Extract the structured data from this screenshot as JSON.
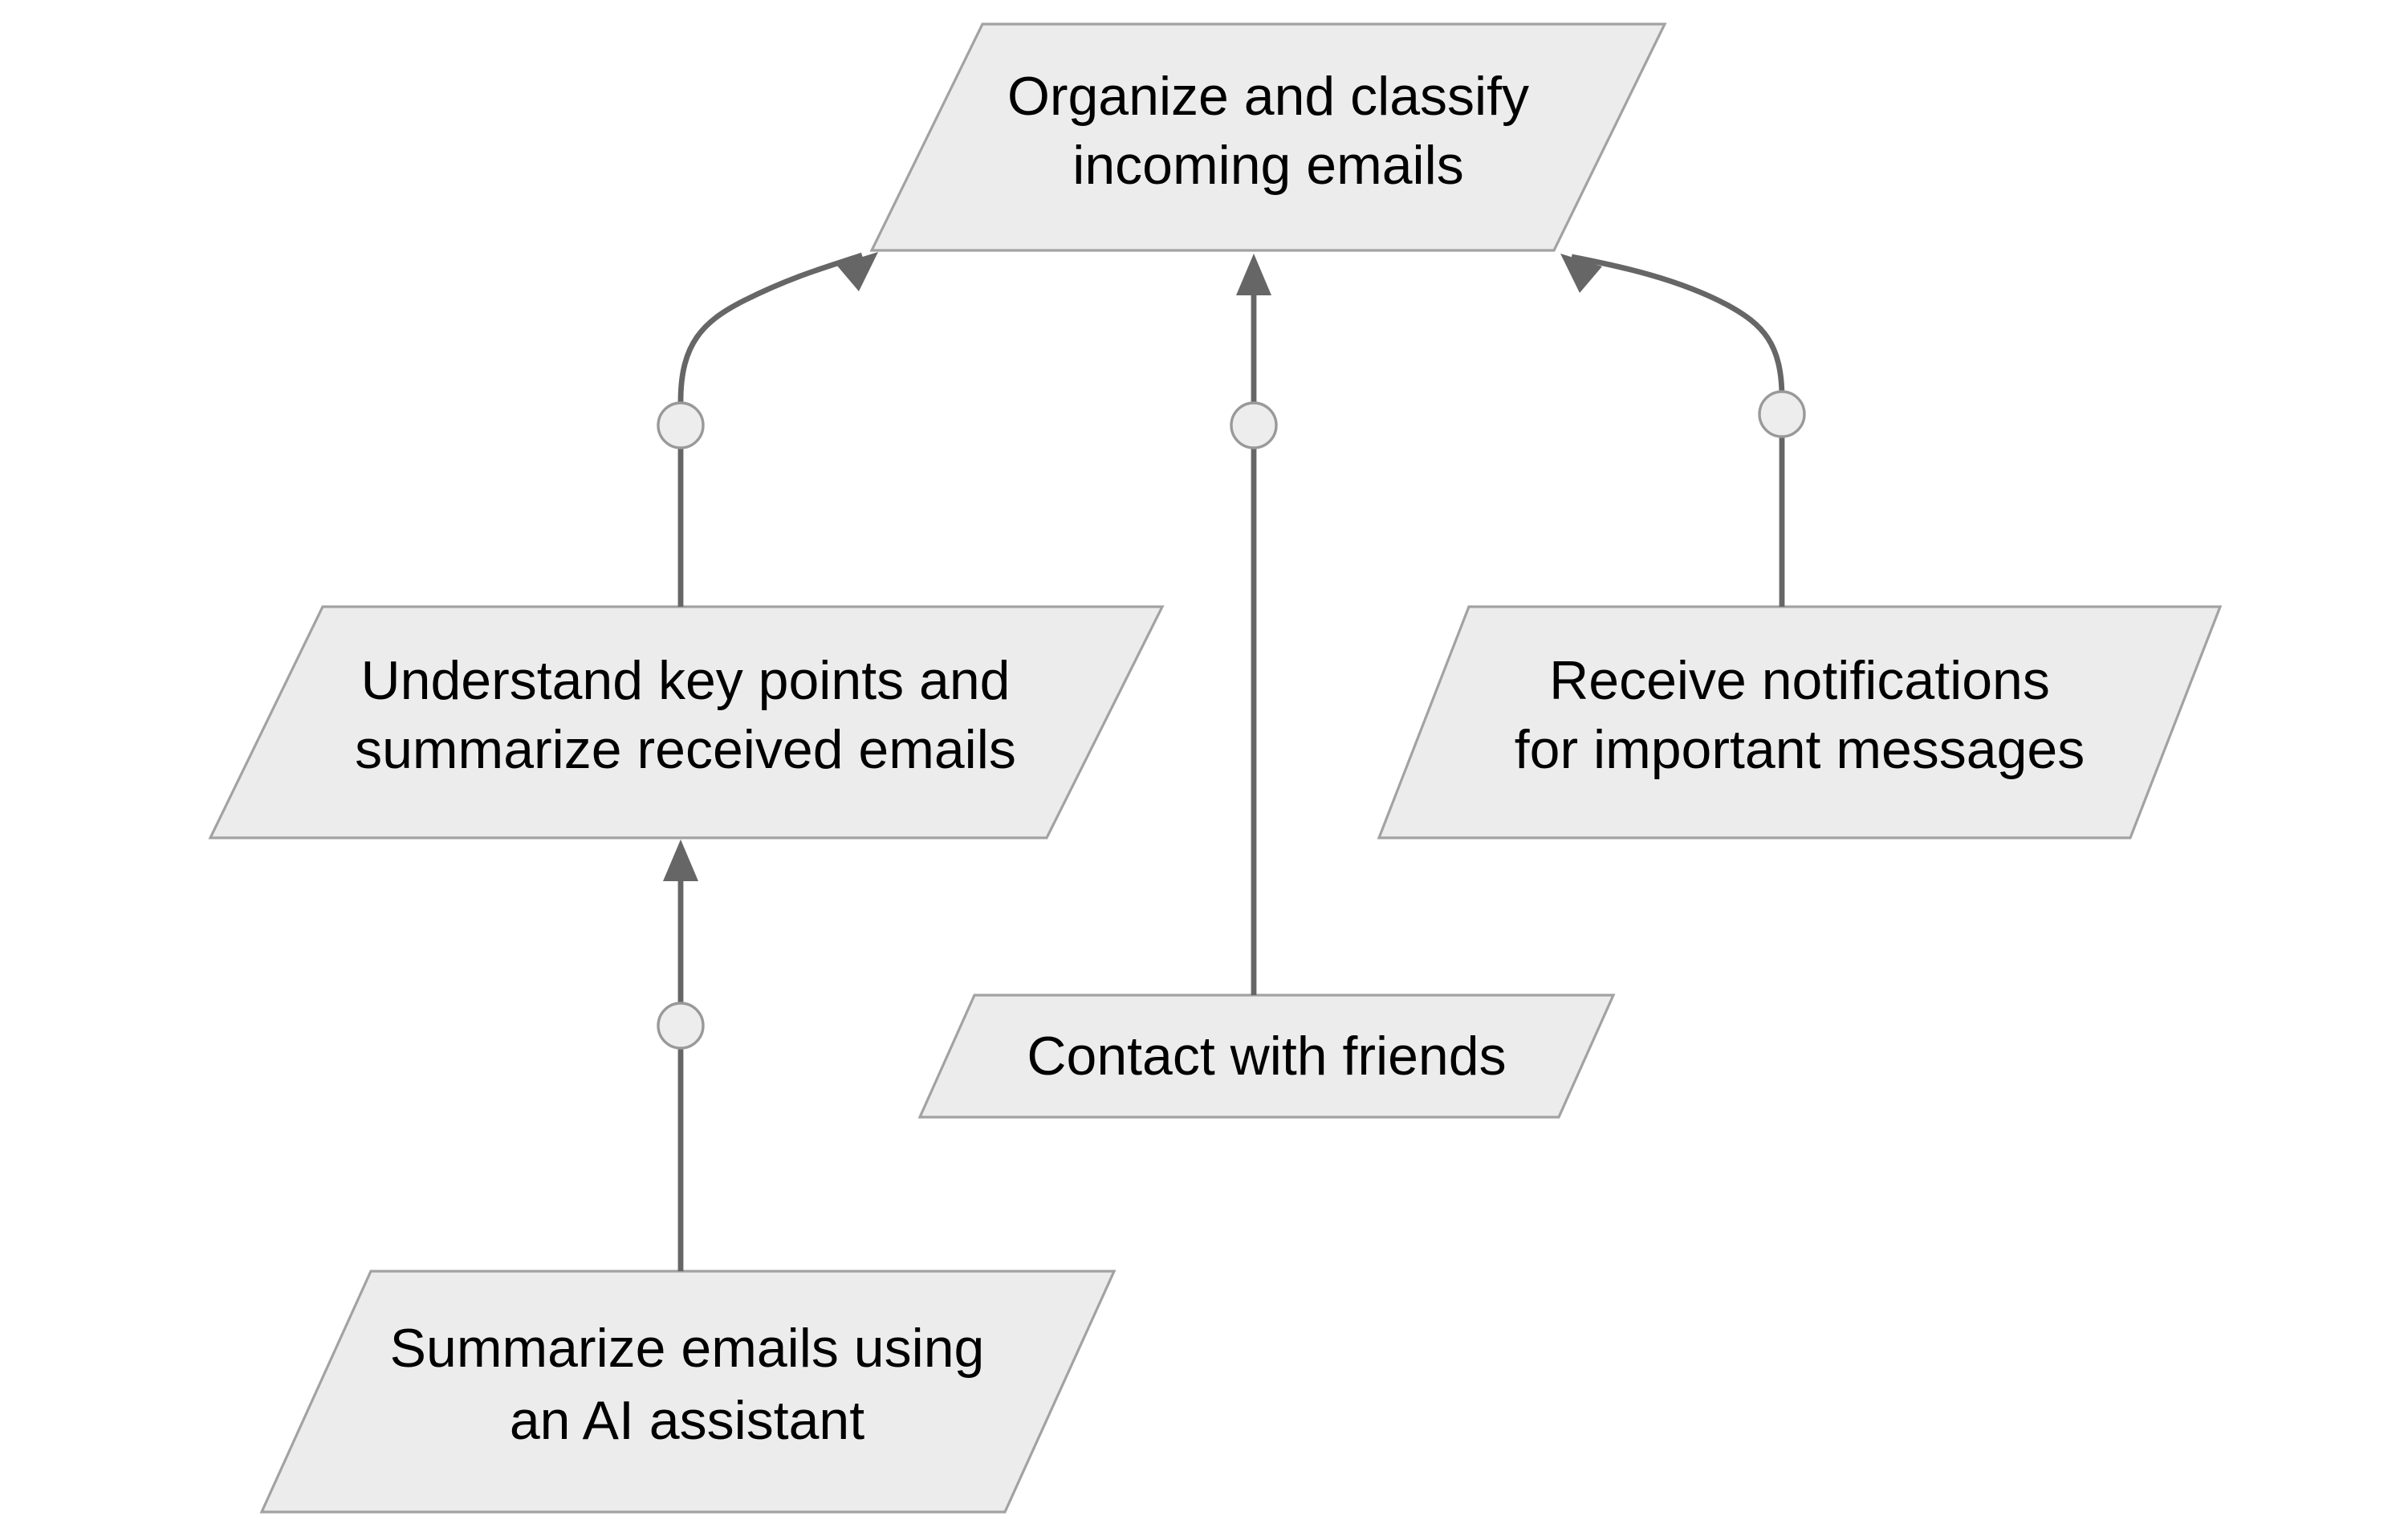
{
  "diagram": {
    "kind": "flowchart",
    "flow_direction": "bottom-to-top",
    "node_shape": "parallelogram",
    "background": "#ffffff"
  },
  "colors": {
    "background": "#ffffff",
    "node_fill": "#ececec",
    "node_border": "#a2a2a2",
    "edge": "#666666",
    "dot_fill": "#ededed",
    "dot_border": "#999999",
    "text": "#000000"
  },
  "nodes": {
    "organize": {
      "label": "Organize and classify incoming emails",
      "line1": "Organize and classify",
      "line2": "incoming emails"
    },
    "understand": {
      "label": "Understand key points and summarize received emails",
      "line1": "Understand key points and",
      "line2": "summarize received emails"
    },
    "receive": {
      "label": "Receive notifications for important messages",
      "line1": "Receive notifications",
      "line2": "for important messages"
    },
    "contact": {
      "label": "Contact with friends",
      "line1": "Contact with friends"
    },
    "summarize": {
      "label": "Summarize emails using an AI assistant",
      "line1": "Summarize emails using",
      "line2": "an AI assistant"
    }
  },
  "edges": [
    {
      "from": "Understand key points and summarize received emails",
      "to": "Organize and classify incoming emails",
      "path": "curved",
      "arrow": "up-right",
      "midpoint_dot": true
    },
    {
      "from": "Contact with friends",
      "to": "Organize and classify incoming emails",
      "path": "straight",
      "arrow": "up",
      "midpoint_dot": true
    },
    {
      "from": "Receive notifications for important messages",
      "to": "Organize and classify incoming emails",
      "path": "curved",
      "arrow": "up-left",
      "midpoint_dot": true
    },
    {
      "from": "Summarize emails using an AI assistant",
      "to": "Understand key points and summarize received emails",
      "path": "straight",
      "arrow": "up",
      "midpoint_dot": true
    }
  ]
}
